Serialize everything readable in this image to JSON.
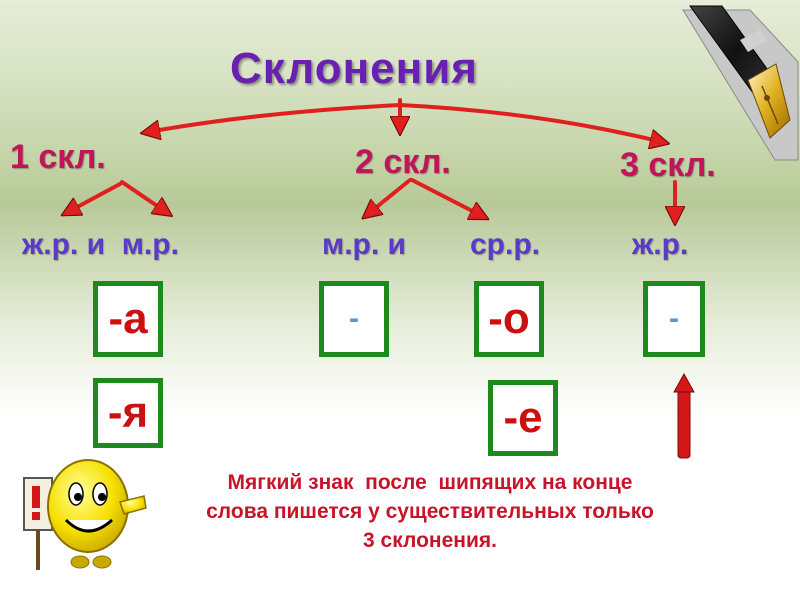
{
  "title": "Склонения",
  "declensions": [
    {
      "label": "1 скл.",
      "genders": "ж.р. и  м.р.",
      "endings": [
        "-а",
        "-я"
      ]
    },
    {
      "label": "2 скл.",
      "genders_left": "м.р. и",
      "genders_right": "ср.р.",
      "endings_masc": [
        "-"
      ],
      "endings_neut": [
        "-о",
        "-е"
      ]
    },
    {
      "label": "3 скл.",
      "genders": "ж.р.",
      "endings": [
        "-"
      ]
    }
  ],
  "note": {
    "line1": "Мягкий знак  после  шипящих на конце",
    "line2": "слова пишется у существительных только",
    "line3": "3 склонения."
  },
  "colors": {
    "title": "#6a1fb3",
    "declension": "#c0155a",
    "gender": "#5b39c9",
    "ending": "#cc1010",
    "box_border": "#1e8a1e",
    "arrow": "#e0201e",
    "note": "#c8142a"
  },
  "icons": [
    "fountain-pen-icon",
    "smiley-with-sign-icon",
    "up-arrow-icon"
  ]
}
